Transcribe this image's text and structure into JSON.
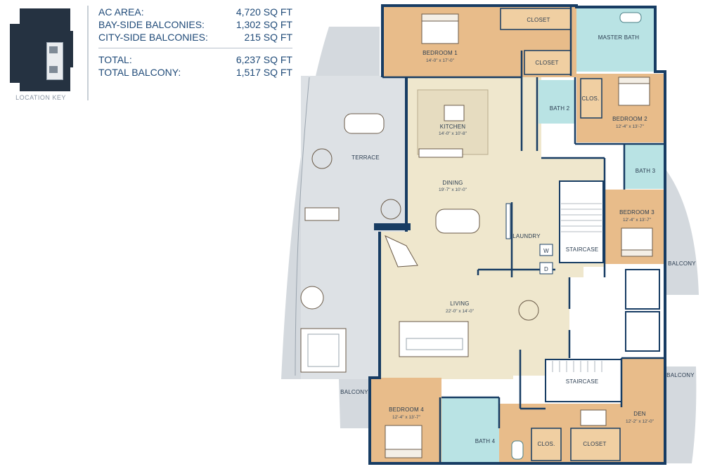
{
  "location_key": {
    "label": "LOCATION KEY"
  },
  "stats": [
    {
      "label": "AC AREA:",
      "value": "4,720 SQ FT"
    },
    {
      "label": "BAY-SIDE BALCONIES:",
      "value": "1,302 SQ FT"
    },
    {
      "label": "CITY-SIDE BALCONIES:",
      "value": "215 SQ FT"
    }
  ],
  "totals": [
    {
      "label": "TOTAL:",
      "value": "6,237 SQ FT"
    },
    {
      "label": "TOTAL BALCONY:",
      "value": "1,517 SQ FT"
    }
  ],
  "rooms": {
    "bedroom1": {
      "name": "BEDROOM 1",
      "dims": "14'-0\" x 17'-0\""
    },
    "closet1": {
      "name": "CLOSET"
    },
    "closet2": {
      "name": "CLOSET"
    },
    "master_bath": {
      "name": "MASTER BATH"
    },
    "kitchen": {
      "name": "KITCHEN",
      "dims": "14'-0\" x 10'-8\""
    },
    "bath2": {
      "name": "BATH 2"
    },
    "clos_b2": {
      "name": "CLOS."
    },
    "bedroom2": {
      "name": "BEDROOM 2",
      "dims": "12'-4\" x 13'-7\""
    },
    "terrace": {
      "name": "TERRACE"
    },
    "dining": {
      "name": "DINING",
      "dims": "19'-7\" x 10'-0\""
    },
    "bath3": {
      "name": "BATH 3"
    },
    "bedroom3": {
      "name": "BEDROOM 3",
      "dims": "12'-4\" x 13'-7\""
    },
    "laundry": {
      "name": "LAUNDRY"
    },
    "washer": {
      "name": "W"
    },
    "dryer": {
      "name": "D"
    },
    "staircase1": {
      "name": "STAIRCASE"
    },
    "balcony_east": {
      "name": "BALCONY"
    },
    "living": {
      "name": "LIVING",
      "dims": "22'-0\" x 14'-0\""
    },
    "balcony_sw": {
      "name": "BALCONY"
    },
    "balcony_se": {
      "name": "BALCONY"
    },
    "staircase2": {
      "name": "STAIRCASE"
    },
    "bedroom4": {
      "name": "BEDROOM 4",
      "dims": "12'-4\" x 13'-7\""
    },
    "bath4": {
      "name": "BATH 4"
    },
    "clos_b4": {
      "name": "CLOS."
    },
    "closet_den": {
      "name": "CLOSET"
    },
    "den": {
      "name": "DEN",
      "dims": "12'-2\" x 12'-0\""
    }
  },
  "colors": {
    "bedroom": "#e8bc8a",
    "living": "#efe7cd",
    "bath": "#b9e3e4",
    "wall": "#173c63",
    "balcony": "#d0d6dc",
    "key_dark": "#253241",
    "stats_text": "#1f4a78"
  }
}
